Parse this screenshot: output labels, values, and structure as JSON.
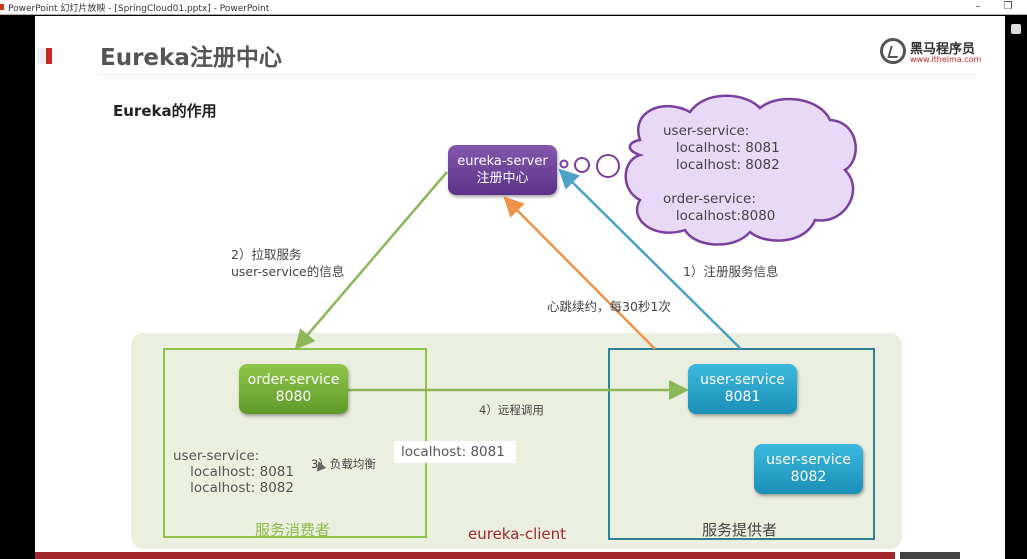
{
  "window": {
    "title": "PowerPoint 幻灯片放映 - [SpringCloud01.pptx] - PowerPoint",
    "minimize_icon": "minimize-icon",
    "restore_icon": "restore-icon"
  },
  "slide": {
    "title": "Eureka注册中心",
    "subtitle": "Eureka的作用",
    "logo": {
      "name_cn": "黑马程序员",
      "url": "www.itheima.com"
    },
    "server": {
      "line1": "eureka-server",
      "line2": "注册中心"
    },
    "cloud": {
      "text": "user-service:\n   localhost: 8081\n   localhost: 8082\n\norder-service:\n   localhost:8080"
    },
    "annotations": {
      "pull": "2）拉取服务",
      "pull_detail": "user-service的信息",
      "register": "1）注册服务信息",
      "heartbeat": "心跳续约，每30秒1次",
      "remote_call": "4）远程调用",
      "load_balance": "3）负载均衡"
    },
    "consumer": {
      "node_line1": "order-service",
      "node_line2": "8080",
      "cache": "user-service:\n    localhost: 8081\n    localhost: 8082",
      "label": "服务消费者"
    },
    "selected_host": "localhost: 8081",
    "provider": {
      "node1_line1": "user-service",
      "node1_line2": "8081",
      "node2_line1": "user-service",
      "node2_line2": "8082",
      "label": "服务提供者"
    },
    "client_label": "eureka-client",
    "colors": {
      "server": "#6a3f98",
      "consumer": "#8dc34a",
      "provider": "#1fa3cf",
      "pull_arrow": "#8db85a",
      "register_arrow": "#4aa3c4",
      "heartbeat_arrow": "#f0934a",
      "client_label": "#a1262a",
      "accent": "#c62828"
    }
  }
}
